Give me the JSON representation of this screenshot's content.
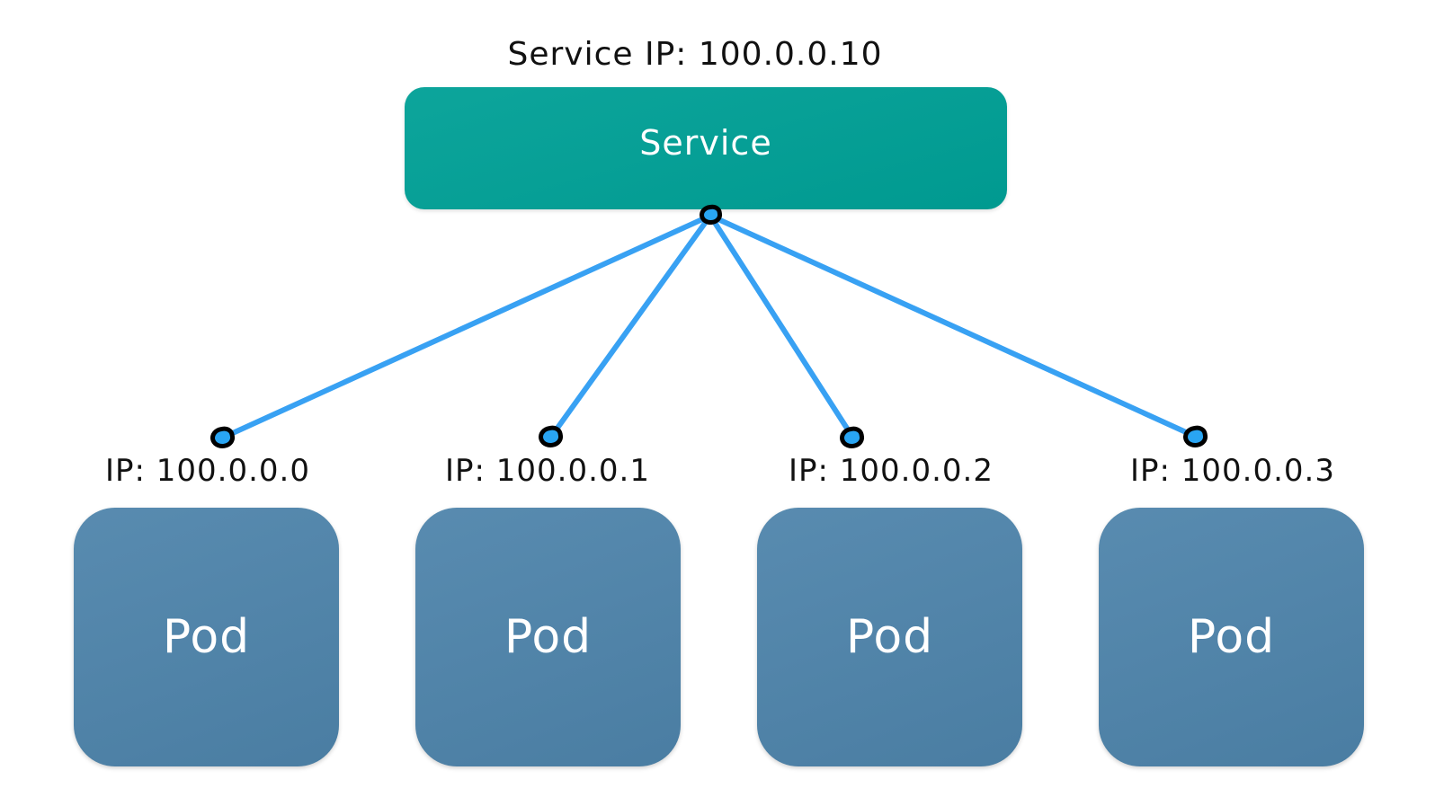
{
  "diagram": {
    "title": "Service IP: 100.0.0.10",
    "service": {
      "label": "Service",
      "ip": "100.0.0.10"
    },
    "pods": [
      {
        "label": "Pod",
        "ip_label": "IP: 100.0.0.0"
      },
      {
        "label": "Pod",
        "ip_label": "IP: 100.0.0.1"
      },
      {
        "label": "Pod",
        "ip_label": "IP: 100.0.0.2"
      },
      {
        "label": "Pod",
        "ip_label": "IP: 100.0.0.3"
      }
    ],
    "colors": {
      "service_fill": "#00A096",
      "pod_fill": "#4E84AB",
      "line_blue": "#2E9DF3",
      "dot_blue": "#29A5F3",
      "text_ink": "#111111",
      "label_white": "#FFFFFF"
    }
  }
}
